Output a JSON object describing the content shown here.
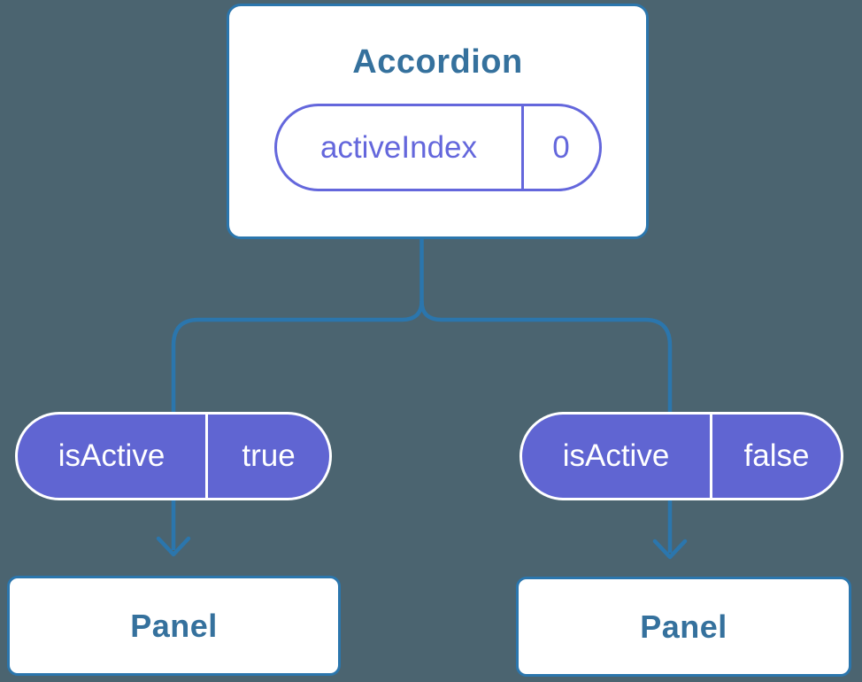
{
  "colors": {
    "background": "#4B6470",
    "line_blue": "#2B76AD",
    "node_fill": "#FFFFFF",
    "node_text": "#35719D",
    "pill_purple": "#6065D2",
    "pill_purple_text": "#6467DC",
    "pill_text_white": "#FFFFFF"
  },
  "root_node": {
    "title": "Accordion",
    "state_pill": {
      "name": "activeIndex",
      "value": "0"
    }
  },
  "children": [
    {
      "pill": {
        "name": "isActive",
        "value": "true"
      },
      "node": {
        "title": "Panel"
      }
    },
    {
      "pill": {
        "name": "isActive",
        "value": "false"
      },
      "node": {
        "title": "Panel"
      }
    }
  ]
}
